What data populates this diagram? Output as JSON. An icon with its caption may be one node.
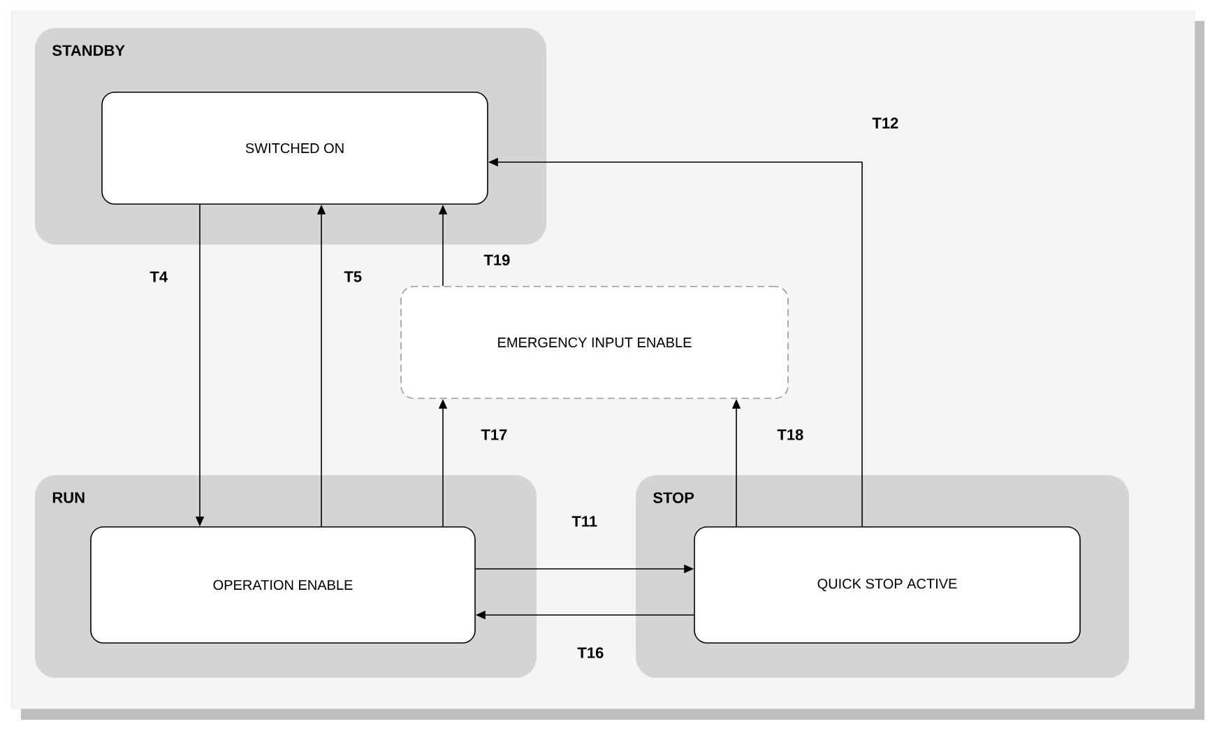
{
  "diagram": {
    "nodes": [
      {
        "text": [
          "STANDBY"
        ]
      },
      {
        "text": [
          "SWITCHED ON"
        ],
        "in": 0
      },
      {
        "text": [
          "EMERGENCY INPUT ENABLE"
        ]
      },
      {
        "text": [
          "RUN"
        ]
      },
      {
        "text": [
          "OPERATION ENABLE"
        ],
        "in": 3
      },
      {
        "text": [
          "STOP"
        ]
      },
      {
        "text": [
          "QUICK STOP ACTIVE"
        ],
        "in": 5
      }
    ],
    "edges": [
      {
        "from": 1,
        "to": 4,
        "arrow": "to",
        "label": "T4"
      },
      {
        "from": 4,
        "to": 1,
        "arrow": "to",
        "label": "T5"
      },
      {
        "from": 2,
        "to": 1,
        "arrow": "to",
        "label": "T19"
      },
      {
        "from": 4,
        "to": 2,
        "arrow": "to",
        "label": "T17"
      },
      {
        "from": 6,
        "to": 2,
        "arrow": "to",
        "label": "T18"
      },
      {
        "from": 6,
        "to": 1,
        "arrow": "to",
        "label": "T12"
      },
      {
        "from": 4,
        "to": 6,
        "arrow": "to",
        "label": "T11"
      },
      {
        "from": 6,
        "to": 4,
        "arrow": "to",
        "label": "T16"
      }
    ]
  }
}
